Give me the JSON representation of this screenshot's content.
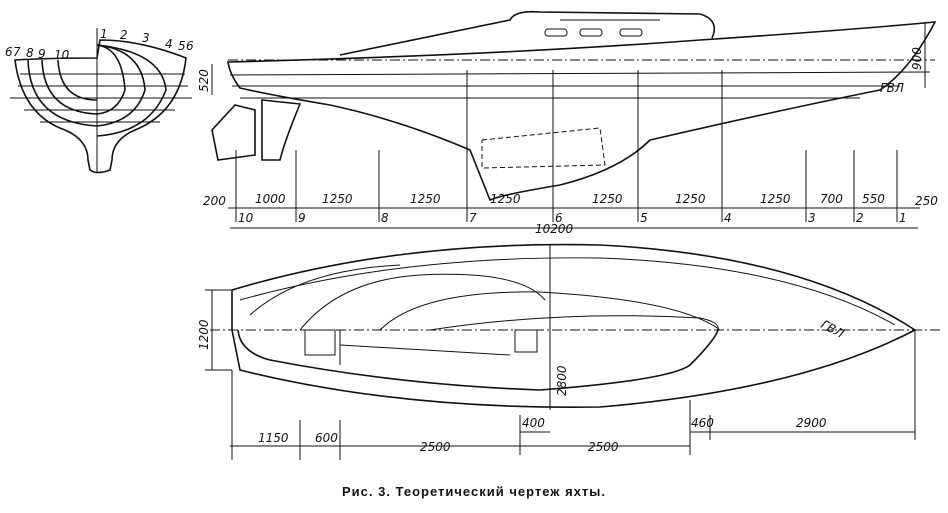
{
  "caption": "Рис. 3. Теоретический чертеж яхты.",
  "body_plan": {
    "stations_right": [
      "1",
      "2",
      "3",
      "4",
      "5",
      "6"
    ],
    "stations_left": [
      "6",
      "7",
      "8",
      "9",
      "10"
    ]
  },
  "profile": {
    "waterline_label": "ГВЛ",
    "freeboard_aft": "520",
    "freeboard_bow": "900",
    "station_labels": [
      "10",
      "9",
      "8",
      "7",
      "6",
      "5",
      "4",
      "3",
      "2",
      "1"
    ],
    "spacing_labels": [
      "200",
      "1000",
      "1250",
      "1250",
      "1250",
      "1250",
      "1250",
      "1250",
      "700",
      "550",
      "250"
    ],
    "overall_length": "10200"
  },
  "plan": {
    "waterline_label": "ГВЛ",
    "half_beam_transom": "1200",
    "beam": "2800",
    "dims": [
      "1150",
      "600",
      "2500",
      "400",
      "2500",
      "460",
      "2900"
    ]
  }
}
